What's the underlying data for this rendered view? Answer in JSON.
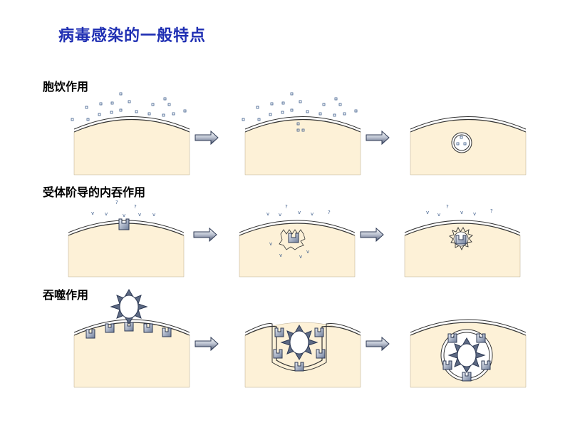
{
  "title": "病毒感染的一般特点",
  "rows": [
    {
      "label": "胞饮作用"
    },
    {
      "label": "受体阶导的内吞作用"
    },
    {
      "label": "吞噬作用"
    }
  ],
  "colors": {
    "title": "#1f2fb3",
    "cell_fill": "#fdf1d7",
    "membrane": "#333333",
    "arrow_fill": "#5d6a84",
    "receptor_fill": "#9aa8c4",
    "particle": "#3b5b8a"
  }
}
